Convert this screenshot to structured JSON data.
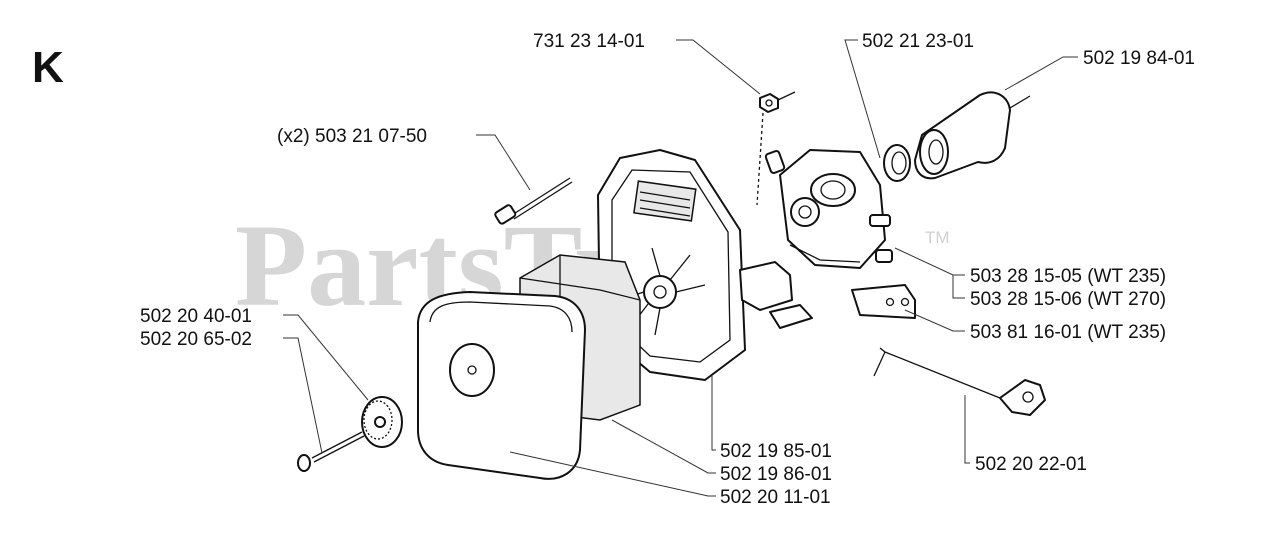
{
  "section_letter": "K",
  "watermark": {
    "text": "PartsTree",
    "trademark": "TM",
    "color": "#d6d6d6"
  },
  "labels": [
    {
      "id": "screw",
      "text": "(x2) 503 21 07-50"
    },
    {
      "id": "nut",
      "text": "731 23 14-01"
    },
    {
      "id": "gasket",
      "text": "502 21 23-01"
    },
    {
      "id": "intake",
      "text": "502 19 84-01"
    },
    {
      "id": "carb_235",
      "text": "503 28 15-05 (WT 235)"
    },
    {
      "id": "carb_270",
      "text": "503 28 15-06 (WT 270)"
    },
    {
      "id": "plate",
      "text": "503 81 16-01 (WT 235)"
    },
    {
      "id": "knob_a",
      "text": "502 20 40-01"
    },
    {
      "id": "knob_b",
      "text": "502 20 65-02"
    },
    {
      "id": "housing",
      "text": "502 19 85-01"
    },
    {
      "id": "filter",
      "text": "502 19 86-01"
    },
    {
      "id": "cover",
      "text": "502 20 11-01"
    },
    {
      "id": "rod",
      "text": "502 20 22-01"
    }
  ]
}
